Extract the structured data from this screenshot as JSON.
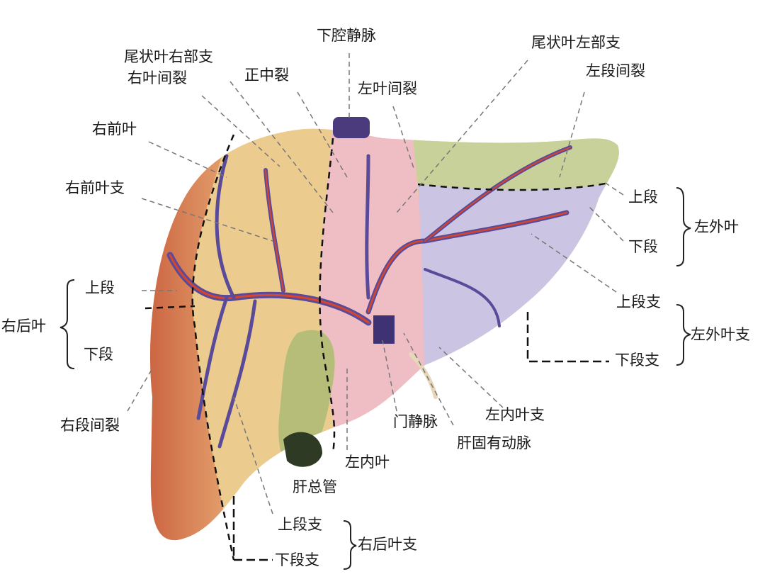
{
  "labels": {
    "ivc": "下腔静脉",
    "caudate_right_branch": "尾状叶右部支",
    "right_interlobar_fissure": "右叶间裂",
    "median_fissure": "正中裂",
    "left_interlobar_fissure": "左叶间裂",
    "caudate_left_branch": "尾状叶左部支",
    "left_intersegmental_fissure": "左段间裂",
    "right_anterior_lobe": "右前叶",
    "right_anterior_lobe_branch": "右前叶支",
    "left_lateral_superior": "上段",
    "left_lateral_inferior": "下段",
    "left_lateral_lobe": "左外叶",
    "left_lateral_superior_branch": "上段支",
    "left_lateral_inferior_branch": "下段支",
    "left_lateral_lobe_branch": "左外叶支",
    "right_posterior_superior": "上段",
    "right_posterior_inferior": "下段",
    "right_posterior_lobe": "右后叶",
    "right_intersegmental_fissure": "右段间裂",
    "portal_vein": "门静脉",
    "left_medial_lobe_branch": "左内叶支",
    "proper_hepatic_artery": "肝固有动脉",
    "left_medial_lobe": "左内叶",
    "common_hepatic_duct": "肝总管",
    "right_posterior_superior_branch": "上段支",
    "right_posterior_inferior_branch": "下段支",
    "right_posterior_lobe_branch": "右后叶支"
  },
  "colors": {
    "right_posterior": "#d98a5c",
    "right_anterior": "#ecc98a",
    "left_medial": "#efbcc4",
    "left_lateral_superior": "#c7cf98",
    "left_lateral_inferior": "#c9c3e0",
    "portal_vein": "#5a4a9a",
    "artery": "#d8452a",
    "bile_duct": "#a9b36a",
    "gallbladder": "#b9bf7a"
  }
}
